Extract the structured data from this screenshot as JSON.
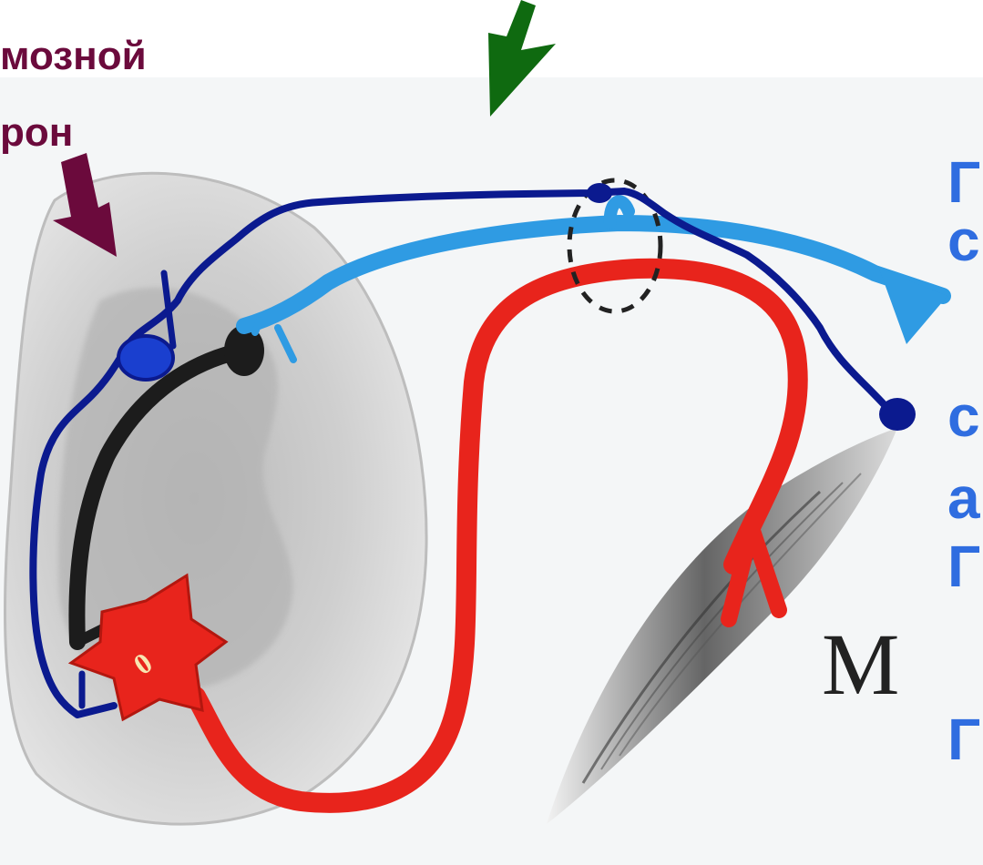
{
  "labels": {
    "interneuron_line1": "мозной",
    "interneuron_line2": "рон",
    "muscle": "M",
    "neuron_mark": "0"
  },
  "right_text_fragments": [
    "Г",
    "с",
    "с",
    "а",
    "Г",
    "Г"
  ],
  "colors": {
    "interneuron_label": "#6b0a3c",
    "interneuron_arrow": "#6b0a3c",
    "green_arrow": "#0f6a10",
    "navy_path": "#0b1a8f",
    "sky_fiber": "#2f9be3",
    "red_fiber": "#e8241c",
    "black_fiber": "#1c1c1c",
    "right_text": "#2f6de0",
    "cord_fill": "#d3d3d3",
    "muscle_fill": "#7a7a7a"
  }
}
